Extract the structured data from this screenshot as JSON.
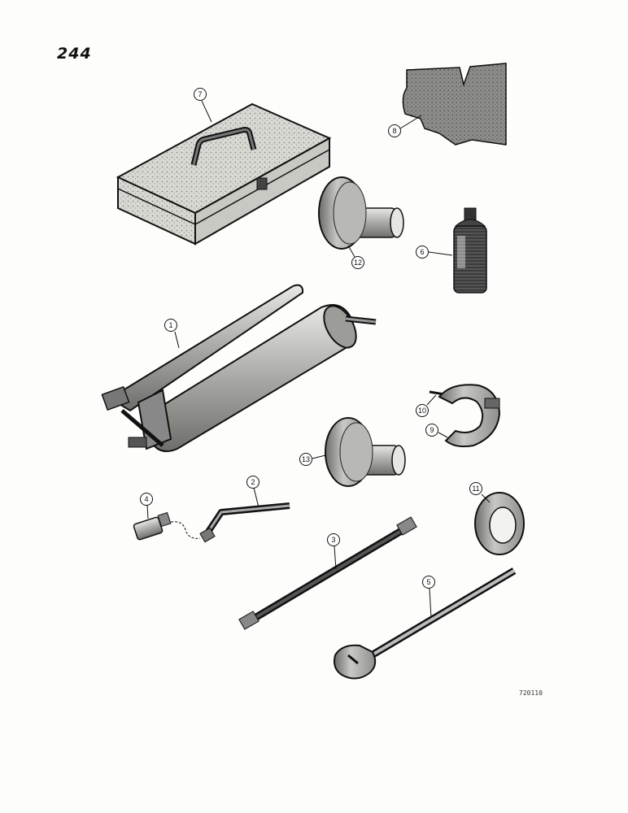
{
  "page": {
    "number": "244",
    "drawing_id": "720110"
  },
  "callouts": [
    {
      "id": "c1",
      "text": "1"
    },
    {
      "id": "c2",
      "text": "2"
    },
    {
      "id": "c3",
      "text": "3"
    },
    {
      "id": "c4",
      "text": "4"
    },
    {
      "id": "c5",
      "text": "5"
    },
    {
      "id": "c6",
      "text": "6"
    },
    {
      "id": "c7",
      "text": "7"
    },
    {
      "id": "c8",
      "text": "8"
    },
    {
      "id": "c9",
      "text": "9"
    },
    {
      "id": "c10",
      "text": "10"
    },
    {
      "id": "c11",
      "text": "11"
    },
    {
      "id": "c12",
      "text": "12"
    },
    {
      "id": "c13",
      "text": "13"
    }
  ],
  "parts": [
    {
      "callout": "1",
      "icon": "grease-gun-icon"
    },
    {
      "callout": "2",
      "icon": "bent-nozzle-pipe-icon"
    },
    {
      "callout": "3",
      "icon": "hose-extension-icon"
    },
    {
      "callout": "4",
      "icon": "coupler-icon"
    },
    {
      "callout": "5",
      "icon": "wrench-bar-icon"
    },
    {
      "callout": "6",
      "icon": "oil-bottle-icon"
    },
    {
      "callout": "7",
      "icon": "tool-box-icon"
    },
    {
      "callout": "8",
      "icon": "gauge-plate-icon"
    },
    {
      "callout": "9",
      "icon": "split-collar-icon"
    },
    {
      "callout": "10",
      "icon": "pin-icon"
    },
    {
      "callout": "11",
      "icon": "ring-icon"
    },
    {
      "callout": "12",
      "icon": "driver-disc-icon"
    },
    {
      "callout": "13",
      "icon": "driver-disc-icon"
    }
  ]
}
